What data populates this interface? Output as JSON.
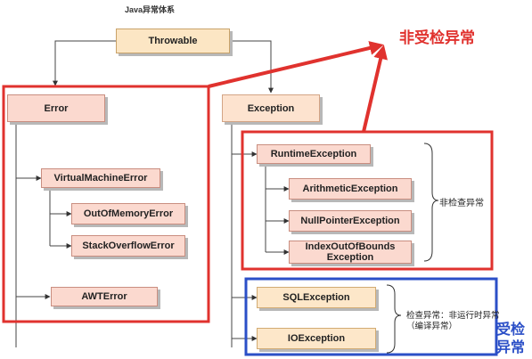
{
  "title": "Java异常体系",
  "nodes": {
    "throwable": "Throwable",
    "error": "Error",
    "exception": "Exception",
    "virtual_machine_error": "VirtualMachineError",
    "out_of_memory_error": "OutOfMemoryError",
    "stack_overflow_error": "StackOverflowError",
    "awt_error": "AWTError",
    "runtime_exception": "RuntimeException",
    "arithmetic_exception": "ArithmeticException",
    "null_pointer_exception": "NullPointerException",
    "index_out_of_bounds_line1": "IndexOutOfBounds",
    "index_out_of_bounds_line2": "Exception",
    "sql_exception": "SQLException",
    "io_exception": "IOException"
  },
  "annotations": {
    "unchecked_big": "非受检异常",
    "unchecked_small": "非检查异常",
    "checked_note_line1": "检查异常：非运行时异常",
    "checked_note_line2": "（编译异常）",
    "checked_big_line1": "受检",
    "checked_big_line2": "异常"
  },
  "colors": {
    "red_box": "#e0322e",
    "blue_box": "#2b4fc7",
    "red_text": "#e0322e",
    "blue_text": "#2b4fc7"
  }
}
